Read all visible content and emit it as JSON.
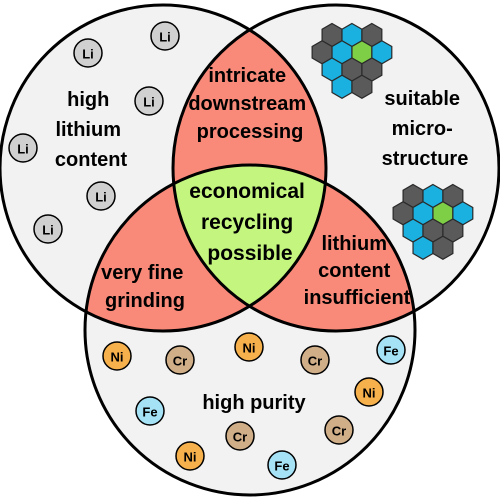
{
  "sets": {
    "left": {
      "label_lines": [
        "high",
        "lithium",
        "content"
      ]
    },
    "right": {
      "label_lines": [
        "suitable",
        "micro-",
        "structure"
      ]
    },
    "bottom": {
      "label_lines": [
        "high purity"
      ]
    }
  },
  "intersections": {
    "left_right": {
      "label_lines": [
        "intricate",
        "downstream",
        "processing"
      ]
    },
    "left_bottom": {
      "label_lines": [
        "very fine",
        "grinding"
      ]
    },
    "right_bottom": {
      "label_lines": [
        "lithium",
        "content",
        "insufficient"
      ]
    },
    "center": {
      "label_lines": [
        "economical",
        "recycling",
        "possible"
      ]
    }
  },
  "atoms": {
    "li_symbol": "Li",
    "ni_symbol": "Ni",
    "cr_symbol": "Cr",
    "fe_symbol": "Fe"
  },
  "colors": {
    "set_fill": "#f2f2f2",
    "pair_overlap": "#f98a7a",
    "center_overlap": "#c4f57e",
    "li": "#d0d0d0",
    "ni": "#f6b04c",
    "cr": "#cfae88",
    "fe": "#a5e2f6",
    "hex_dark": "#5a5a5a",
    "hex_blue": "#1ab0e0",
    "hex_green": "#7fcf46"
  }
}
